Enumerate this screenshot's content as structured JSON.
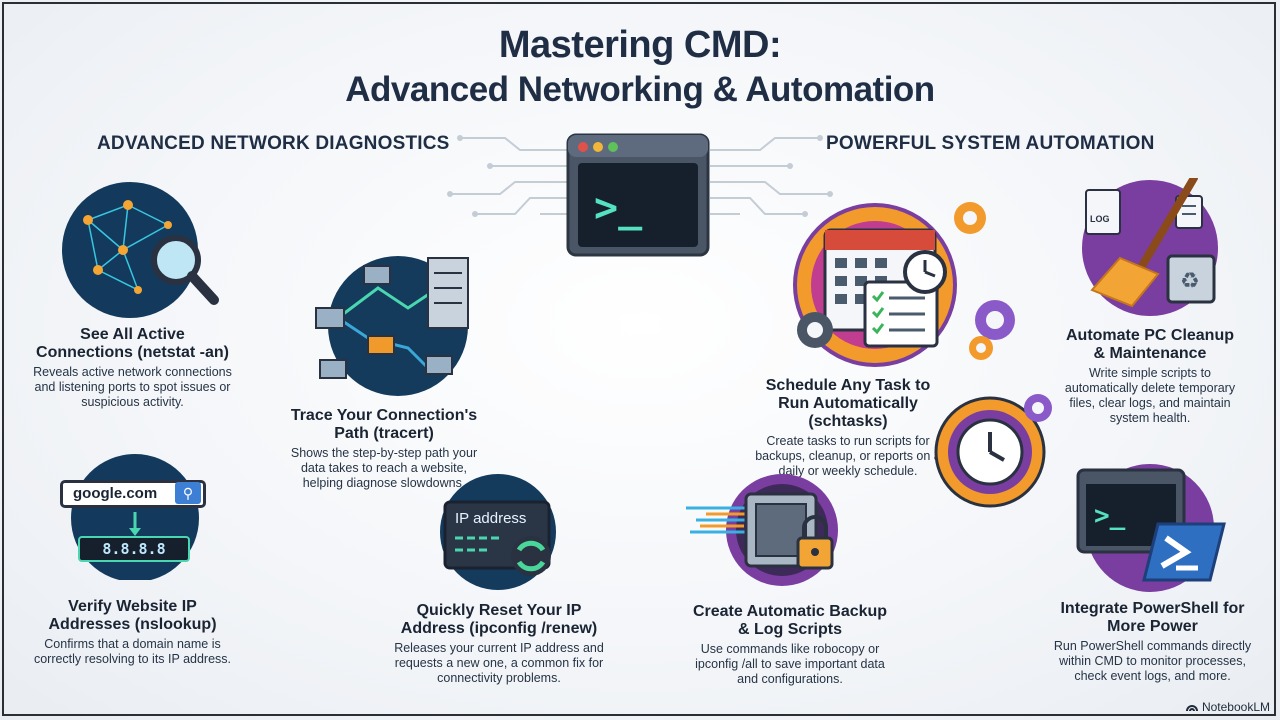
{
  "title": {
    "line1": "Mastering CMD:",
    "line2": "Advanced Networking & Automation"
  },
  "sections": {
    "left": "ADVANCED NETWORK DIAGNOSTICS",
    "right": "POWERFUL SYSTEM AUTOMATION"
  },
  "terminal": {
    "prompt": ">_"
  },
  "items": {
    "netstat": {
      "heading": "See All Active Connections (netstat -an)",
      "description": "Reveals active network connections and listening ports to spot issues or suspicious activity.",
      "icon": "network-magnifier-icon"
    },
    "nslookup": {
      "heading": "Verify Website IP Addresses (nslookup)",
      "description": "Confirms that a domain name is correctly resolving to its IP address.",
      "icon": "dns-lookup-icon",
      "domain": "google.com",
      "ip": "8.8.8.8"
    },
    "tracert": {
      "heading": "Trace Your Connection's Path (tracert)",
      "description": "Shows the step-by-step path your data takes to reach a website, helping diagnose slowdowns.",
      "icon": "route-trace-icon"
    },
    "ipconfig": {
      "heading": "Quickly Reset Your IP Address (ipconfig /renew)",
      "description": "Releases your current IP address and requests a new one, a common fix for connectivity problems.",
      "icon": "ip-refresh-icon",
      "label": "IP address"
    },
    "schtasks": {
      "heading": "Schedule Any Task to Run Automatically (schtasks)",
      "description": "Create tasks to run scripts for backups, cleanup, or reports on a daily or weekly schedule.",
      "icon": "calendar-clock-icon"
    },
    "cleanup": {
      "heading": "Automate PC Cleanup & Maintenance",
      "description": "Write simple scripts to automatically delete temporary files, clear logs, and maintain system health.",
      "icon": "broom-cleanup-icon",
      "log_label": "LOG"
    },
    "backup": {
      "heading": "Create Automatic Backup & Log Scripts",
      "description": "Use commands like robocopy or ipconfig /all to save important data and configurations.",
      "icon": "backup-vault-icon"
    },
    "powershell": {
      "heading": "Integrate PowerShell for More Power",
      "description": "Run PowerShell commands directly within CMD to monitor processes, check event logs, and more.",
      "icon": "powershell-icon"
    }
  },
  "watermark": "NotebookLM"
}
